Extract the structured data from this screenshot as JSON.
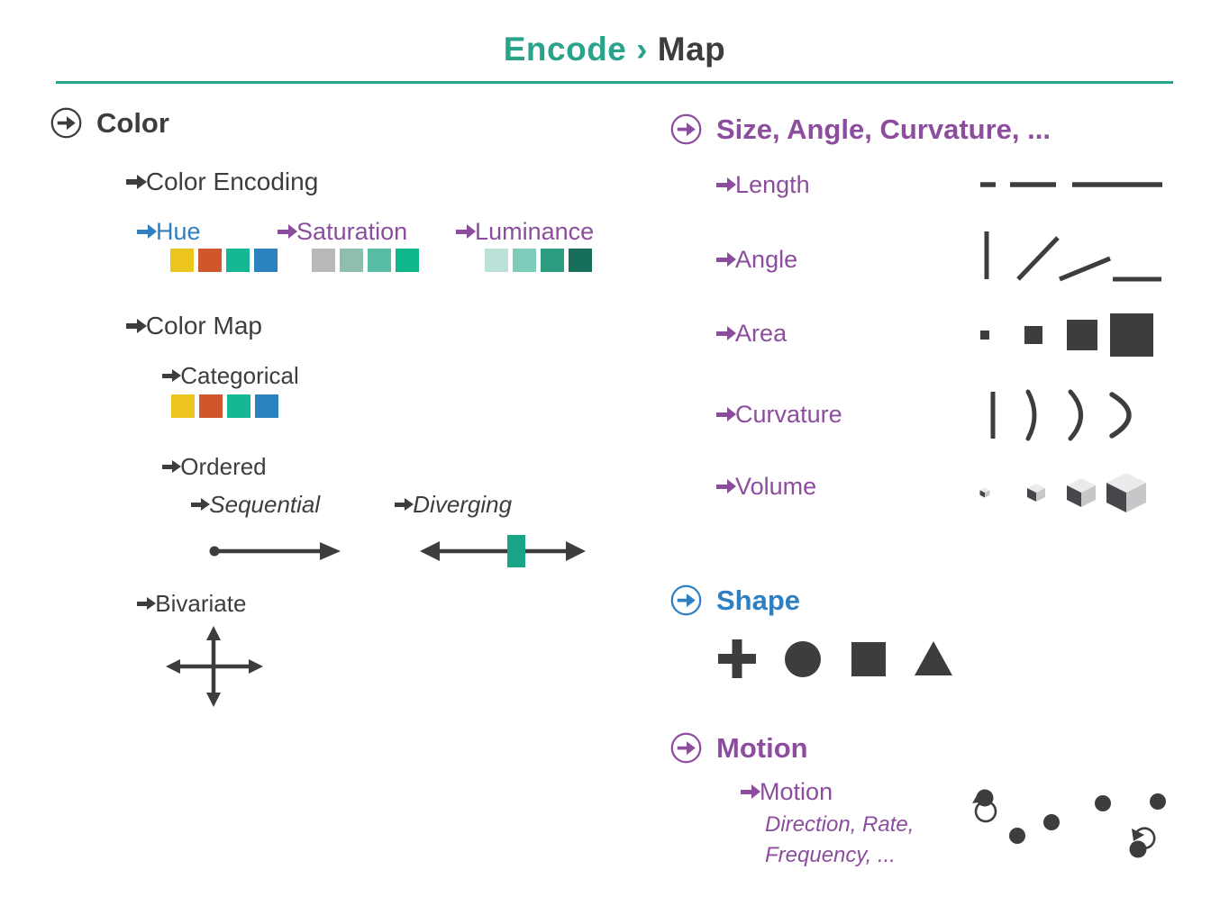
{
  "title": {
    "left": "Encode",
    "sep": "›",
    "right": "Map"
  },
  "theme": {
    "teal": "#2aa38b",
    "dark": "#3d3d40",
    "purple": "#8c4d9e",
    "blue": "#2e80c3",
    "glyph_gray": "#3d3d40",
    "cube_top": "#ebebed",
    "cube_left": "#47474b",
    "cube_right": "#c7c7ca"
  },
  "color_section": {
    "heading": "Color",
    "encoding": {
      "label": "Color Encoding",
      "hue": {
        "label": "Hue",
        "swatches": [
          "#ecc51e",
          "#d0572b",
          "#16b795",
          "#2b82c0"
        ]
      },
      "saturation": {
        "label": "Saturation",
        "swatches": [
          "#b9b9b9",
          "#8fbeae",
          "#57bda4",
          "#0fb68c"
        ]
      },
      "luminance": {
        "label": "Luminance",
        "swatches": [
          "#bae2d8",
          "#7ecdbb",
          "#2b9d81",
          "#176f5b"
        ]
      }
    },
    "map": {
      "label": "Color Map",
      "categorical": {
        "label": "Categorical",
        "swatches": [
          "#ecc51e",
          "#d0572b",
          "#16b795",
          "#2b82c0"
        ]
      },
      "ordered": {
        "label": "Ordered",
        "sequential": "Sequential",
        "diverging": "Diverging",
        "diverging_marker": "#1aa487"
      },
      "bivariate": {
        "label": "Bivariate"
      }
    }
  },
  "size_section": {
    "heading": "Size, Angle, Curvature, ...",
    "items": [
      "Length",
      "Angle",
      "Area",
      "Curvature",
      "Volume"
    ]
  },
  "shape_section": {
    "heading": "Shape"
  },
  "motion_section": {
    "heading": "Motion",
    "item": "Motion",
    "detail1": "Direction, Rate,",
    "detail2": "Frequency, ..."
  }
}
